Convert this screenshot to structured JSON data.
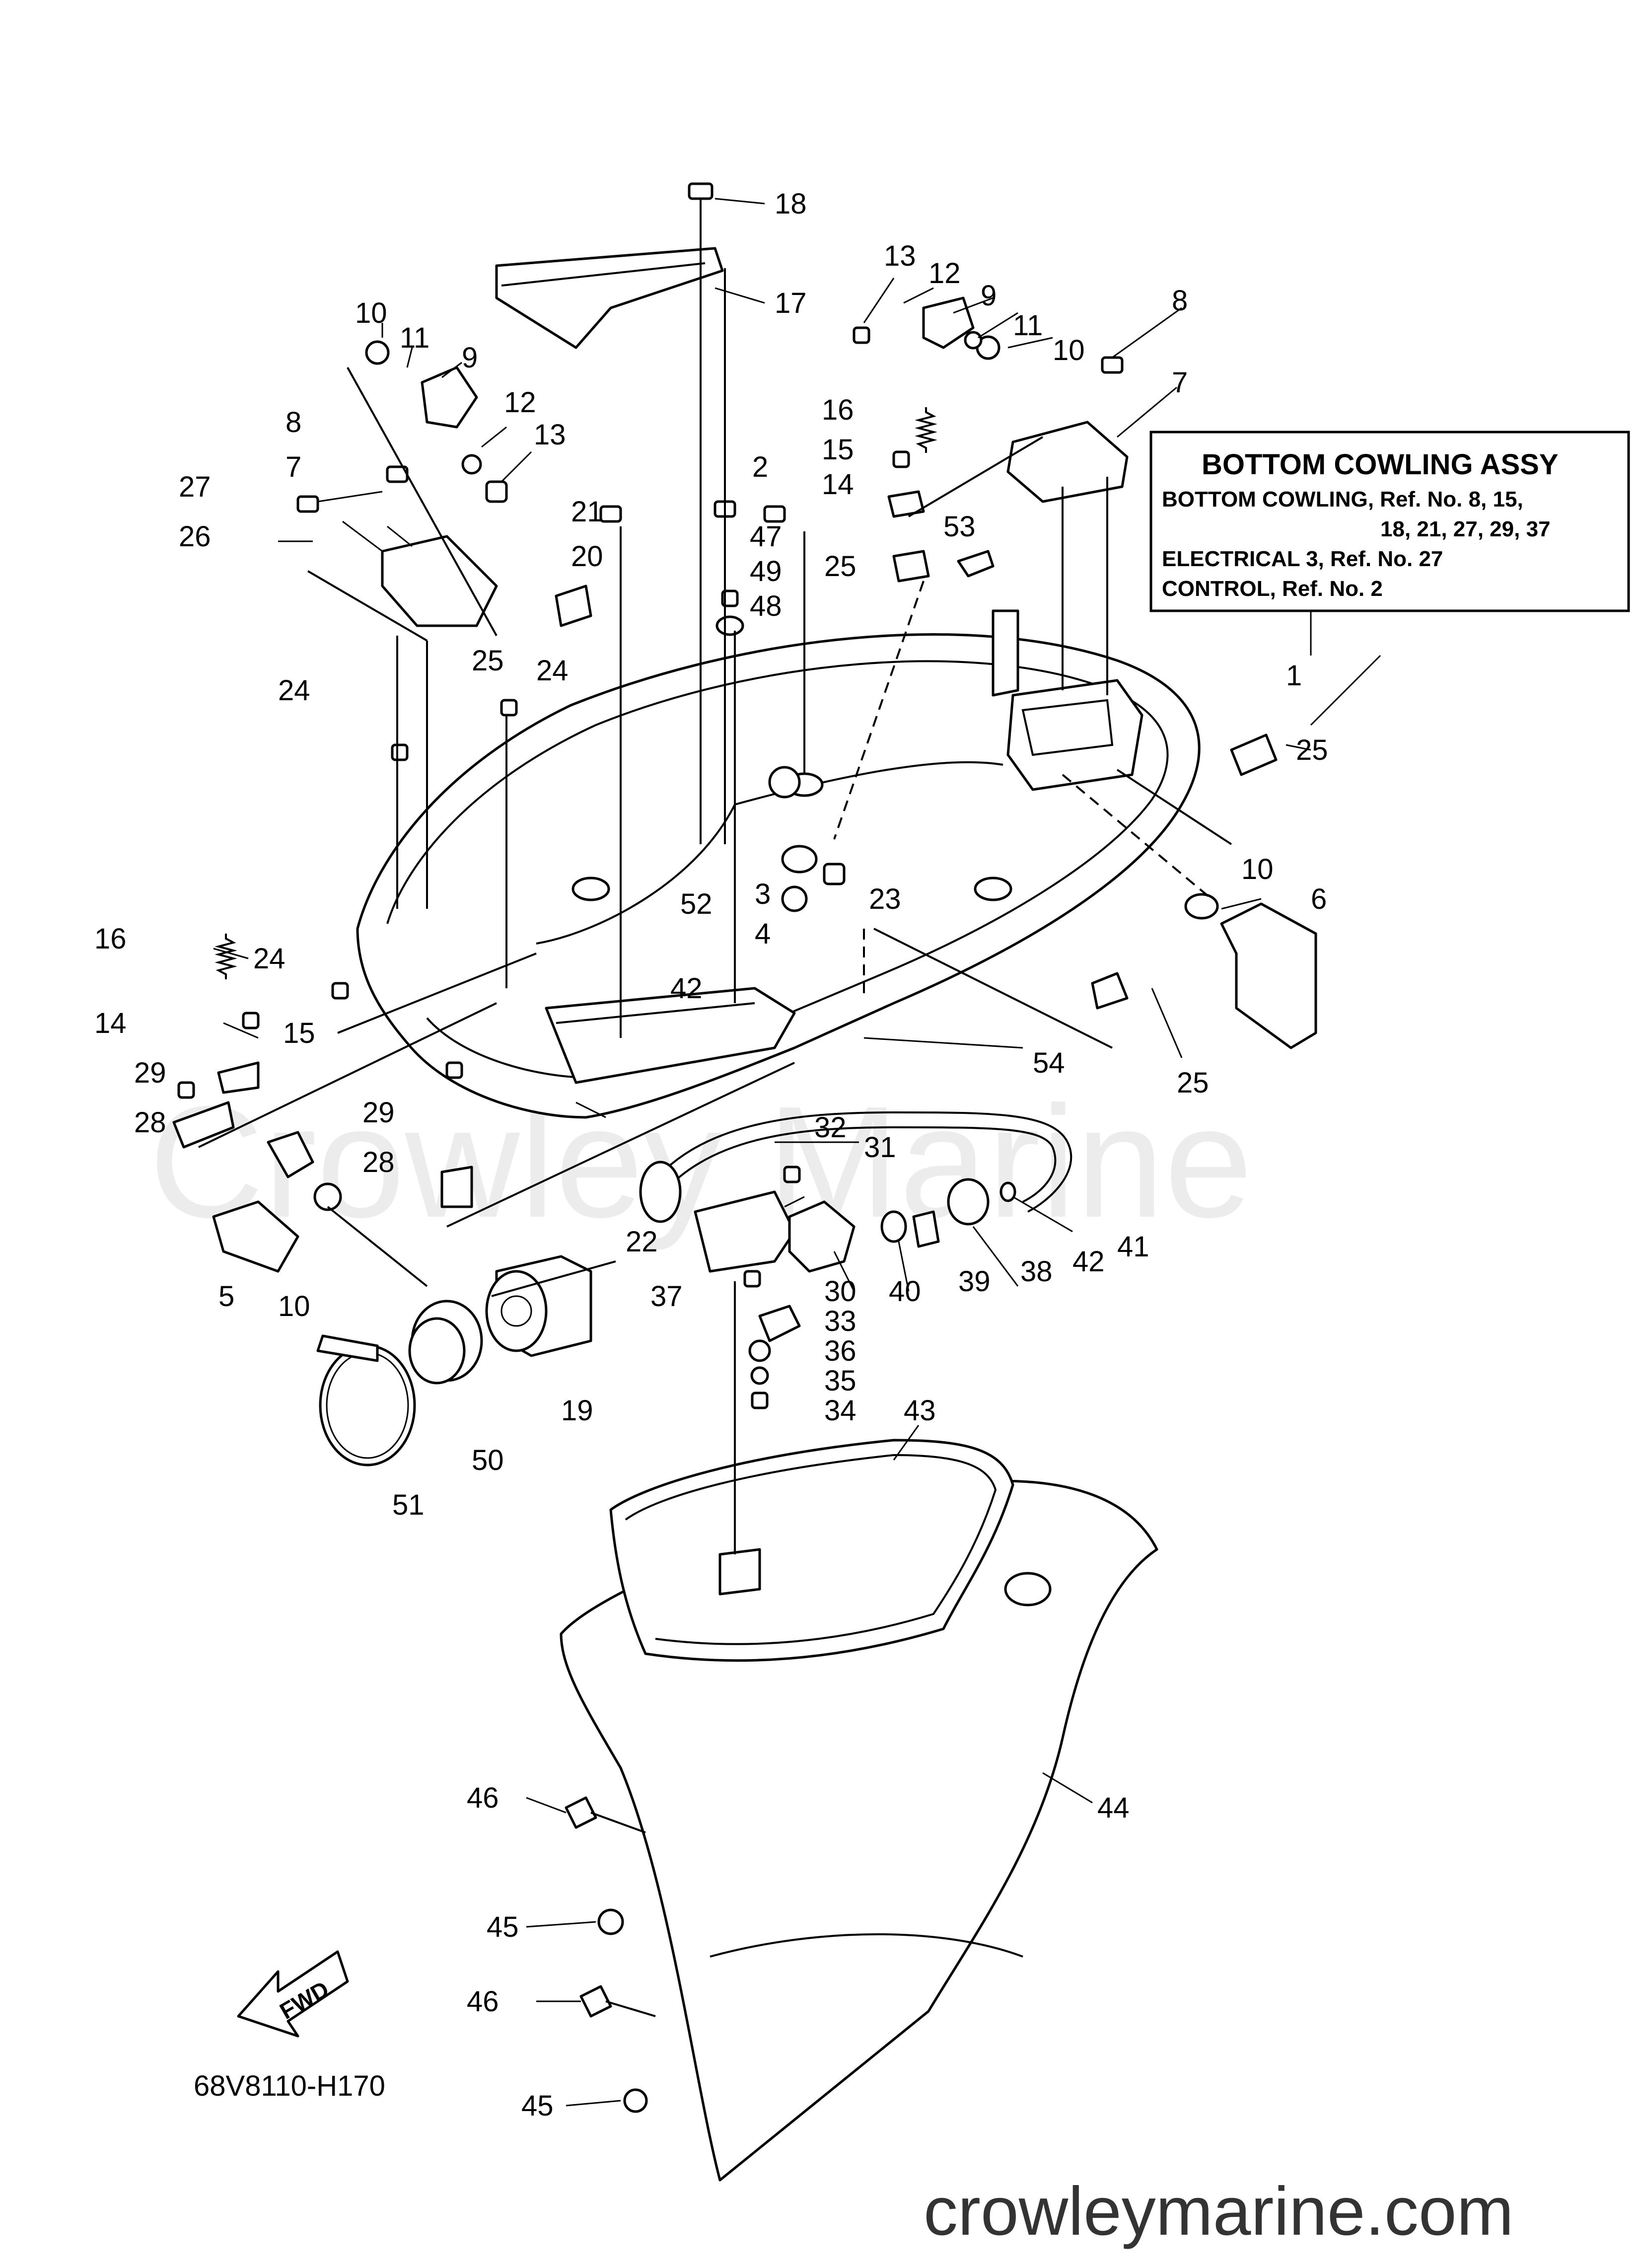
{
  "watermark": "Crowley Marine",
  "site": "crowleymarine.com",
  "drawing_code": "68V8110-H170",
  "fwd_label": "FWD",
  "assy_box": {
    "title": "BOTTOM COWLING  ASSY",
    "lines": [
      "BOTTOM COWLING,   Ref. No. 8, 15,",
      "18, 21, 27, 29, 37",
      "ELECTRICAL 3,  Ref. No. 27",
      "CONTROL,  Ref. No. 2"
    ]
  },
  "callouts": [
    {
      "n": "18"
    },
    {
      "n": "17"
    },
    {
      "n": "13"
    },
    {
      "n": "12"
    },
    {
      "n": "9"
    },
    {
      "n": "11"
    },
    {
      "n": "10"
    },
    {
      "n": "8"
    },
    {
      "n": "7"
    },
    {
      "n": "10"
    },
    {
      "n": "11"
    },
    {
      "n": "9"
    },
    {
      "n": "12"
    },
    {
      "n": "13"
    },
    {
      "n": "8"
    },
    {
      "n": "7"
    },
    {
      "n": "27"
    },
    {
      "n": "26"
    },
    {
      "n": "16"
    },
    {
      "n": "15"
    },
    {
      "n": "14"
    },
    {
      "n": "2"
    },
    {
      "n": "21"
    },
    {
      "n": "20"
    },
    {
      "n": "47"
    },
    {
      "n": "49"
    },
    {
      "n": "48"
    },
    {
      "n": "25"
    },
    {
      "n": "53"
    },
    {
      "n": "25"
    },
    {
      "n": "24"
    },
    {
      "n": "24"
    },
    {
      "n": "1"
    },
    {
      "n": "25"
    },
    {
      "n": "3"
    },
    {
      "n": "23"
    },
    {
      "n": "4"
    },
    {
      "n": "52"
    },
    {
      "n": "10"
    },
    {
      "n": "6"
    },
    {
      "n": "16"
    },
    {
      "n": "24"
    },
    {
      "n": "42"
    },
    {
      "n": "14"
    },
    {
      "n": "15"
    },
    {
      "n": "29"
    },
    {
      "n": "28"
    },
    {
      "n": "29"
    },
    {
      "n": "28"
    },
    {
      "n": "54"
    },
    {
      "n": "25"
    },
    {
      "n": "32"
    },
    {
      "n": "31"
    },
    {
      "n": "22"
    },
    {
      "n": "5"
    },
    {
      "n": "10"
    },
    {
      "n": "37"
    },
    {
      "n": "33"
    },
    {
      "n": "30"
    },
    {
      "n": "40"
    },
    {
      "n": "39"
    },
    {
      "n": "38"
    },
    {
      "n": "42"
    },
    {
      "n": "41"
    },
    {
      "n": "36"
    },
    {
      "n": "35"
    },
    {
      "n": "34"
    },
    {
      "n": "19"
    },
    {
      "n": "50"
    },
    {
      "n": "51"
    },
    {
      "n": "43"
    },
    {
      "n": "44"
    },
    {
      "n": "46"
    },
    {
      "n": "45"
    },
    {
      "n": "46"
    },
    {
      "n": "45"
    }
  ]
}
